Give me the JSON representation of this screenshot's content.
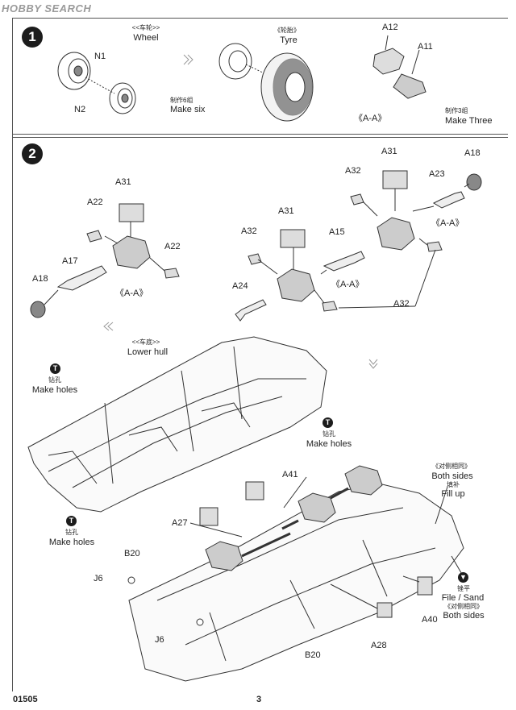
{
  "watermark": "HOBBY SEARCH",
  "footer": {
    "part_number": "01505",
    "page_number": "3"
  },
  "step1": {
    "number": "1",
    "wheel_cn": "<<车轮>>",
    "wheel_en": "Wheel",
    "tyre_cn": "《轮胎》",
    "tyre_en": "Tyre",
    "n1": "N1",
    "n2": "N2",
    "make_six_cn": "制作6组",
    "make_six_en": "Make six",
    "a12": "A12",
    "a11": "A11",
    "aa": "《A-A》",
    "make_three_cn": "制作3组",
    "make_three_en": "Make Three"
  },
  "step2": {
    "number": "2",
    "left": {
      "a31": "A31",
      "a22a": "A22",
      "a22b": "A22",
      "a17": "A17",
      "a18": "A18",
      "aa": "《A-A》"
    },
    "mid": {
      "a31": "A31",
      "a32": "A32",
      "a15": "A15",
      "a24": "A24",
      "aa": "《A-A》"
    },
    "right": {
      "a31": "A31",
      "a18": "A18",
      "a32": "A32",
      "a23": "A23",
      "aa": "《A-A》",
      "a32b": "A32"
    },
    "hull_cn": "<<车底>>",
    "hull_en": "Lower hull",
    "drill1_cn": "钻孔",
    "drill1_en": "Make holes",
    "drill2_cn": "钻孔",
    "drill2_en": "Make holes",
    "drill3_cn": "钻孔",
    "drill3_en": "Make holes",
    "a41": "A41",
    "a27": "A27",
    "b20a": "B20",
    "j6a": "J6",
    "j6b": "J6",
    "b20b": "B20",
    "a28": "A28",
    "a40": "A40",
    "both_sides_cn": "《对侧相同》",
    "both_sides_en": "Both sides",
    "fill_cn": "填补",
    "fill_en": "Fill up",
    "file_cn": "锉平",
    "file_en": "File / Sand",
    "both_sides2_cn": "《对侧相同》",
    "both_sides2_en": "Both sides"
  }
}
